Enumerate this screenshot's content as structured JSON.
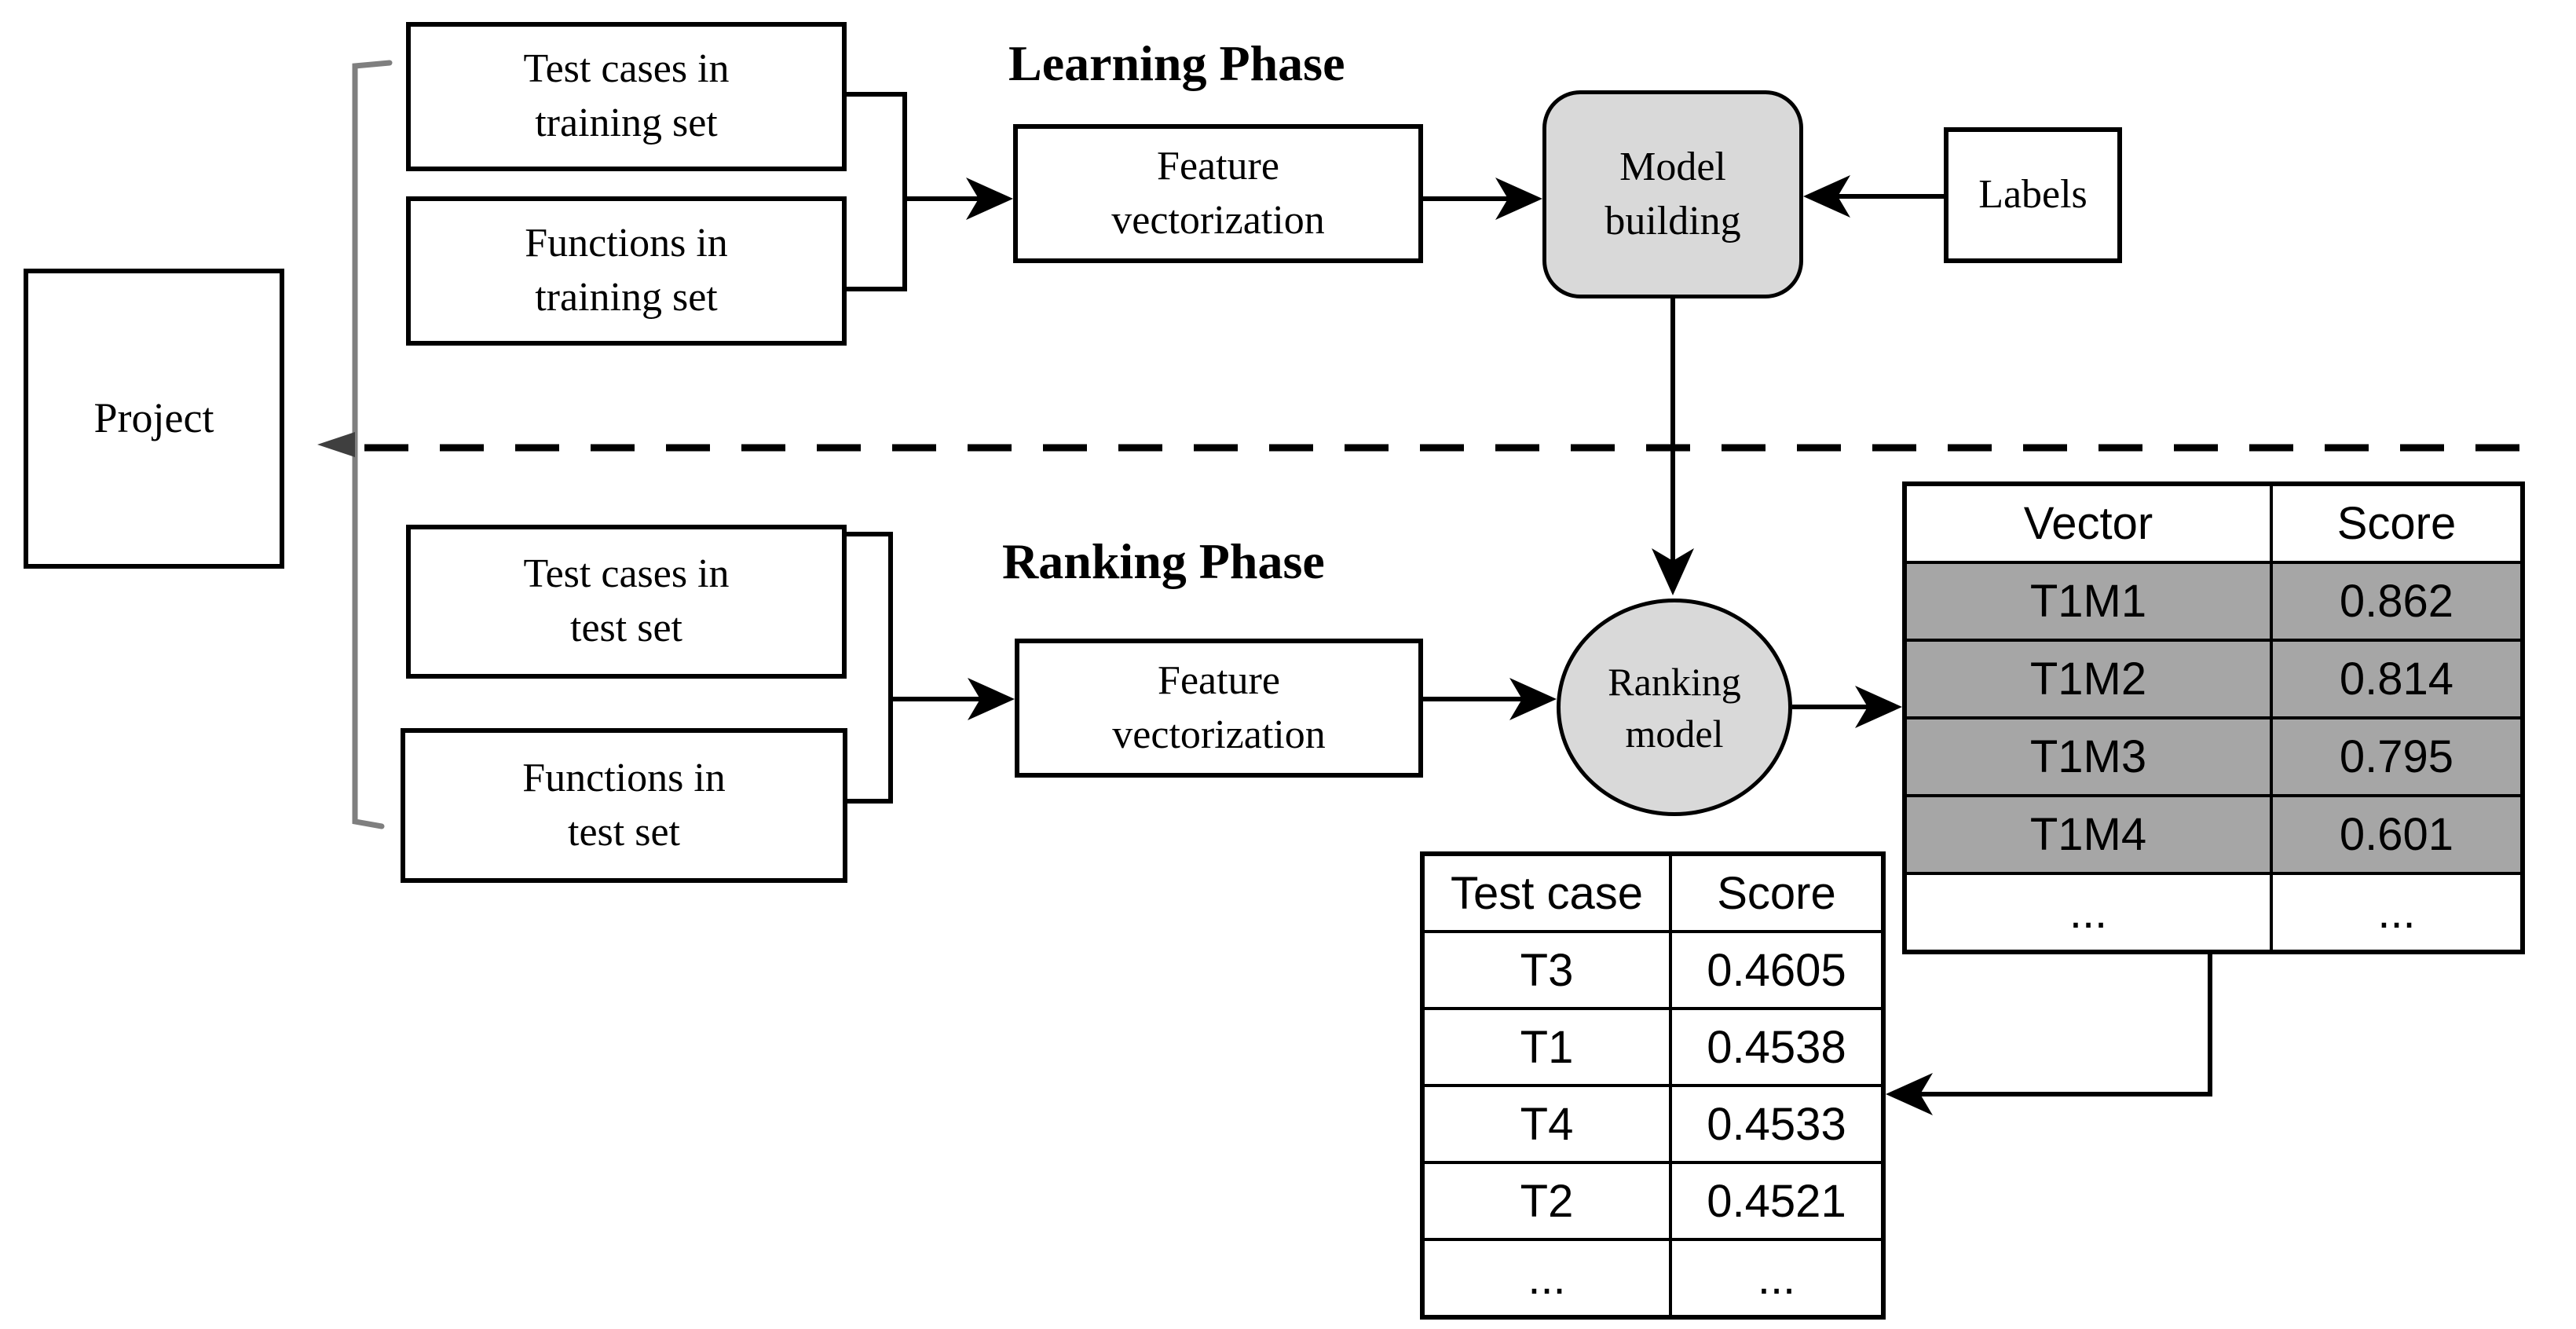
{
  "diagram": {
    "project": {
      "label": "Project"
    },
    "phases": {
      "learning": {
        "title": "Learning Phase",
        "test_cases_box": "Test cases in\ntraining set",
        "functions_box": "Functions in\ntraining set",
        "feature_vectorization_box": "Feature\nvectorization",
        "model_building_node": "Model\nbuilding",
        "labels_box": "Labels"
      },
      "ranking": {
        "title": "Ranking Phase",
        "test_cases_box": "Test cases in\ntest set",
        "functions_box": "Functions in\ntest set",
        "feature_vectorization_box": "Feature\nvectorization",
        "ranking_model_node": "Ranking\nmodel"
      }
    },
    "vector_table": {
      "headers": [
        "Vector",
        "Score"
      ],
      "rows": [
        {
          "vector": "T1M1",
          "score": "0.862"
        },
        {
          "vector": "T1M2",
          "score": "0.814"
        },
        {
          "vector": "T1M3",
          "score": "0.795"
        },
        {
          "vector": "T1M4",
          "score": "0.601"
        },
        {
          "vector": "...",
          "score": "..."
        }
      ]
    },
    "test_case_table": {
      "headers": [
        "Test case",
        "Score"
      ],
      "rows": [
        {
          "test_case": "T3",
          "score": "0.4605"
        },
        {
          "test_case": "T1",
          "score": "0.4538"
        },
        {
          "test_case": "T4",
          "score": "0.4533"
        },
        {
          "test_case": "T2",
          "score": "0.4521"
        },
        {
          "test_case": "...",
          "score": "..."
        }
      ]
    },
    "colors": {
      "node_fill": "#d9d9d9",
      "highlight_row_fill": "#a6a6a6",
      "brace": "#7f7f7f",
      "line": "#000000",
      "background": "#ffffff"
    }
  }
}
